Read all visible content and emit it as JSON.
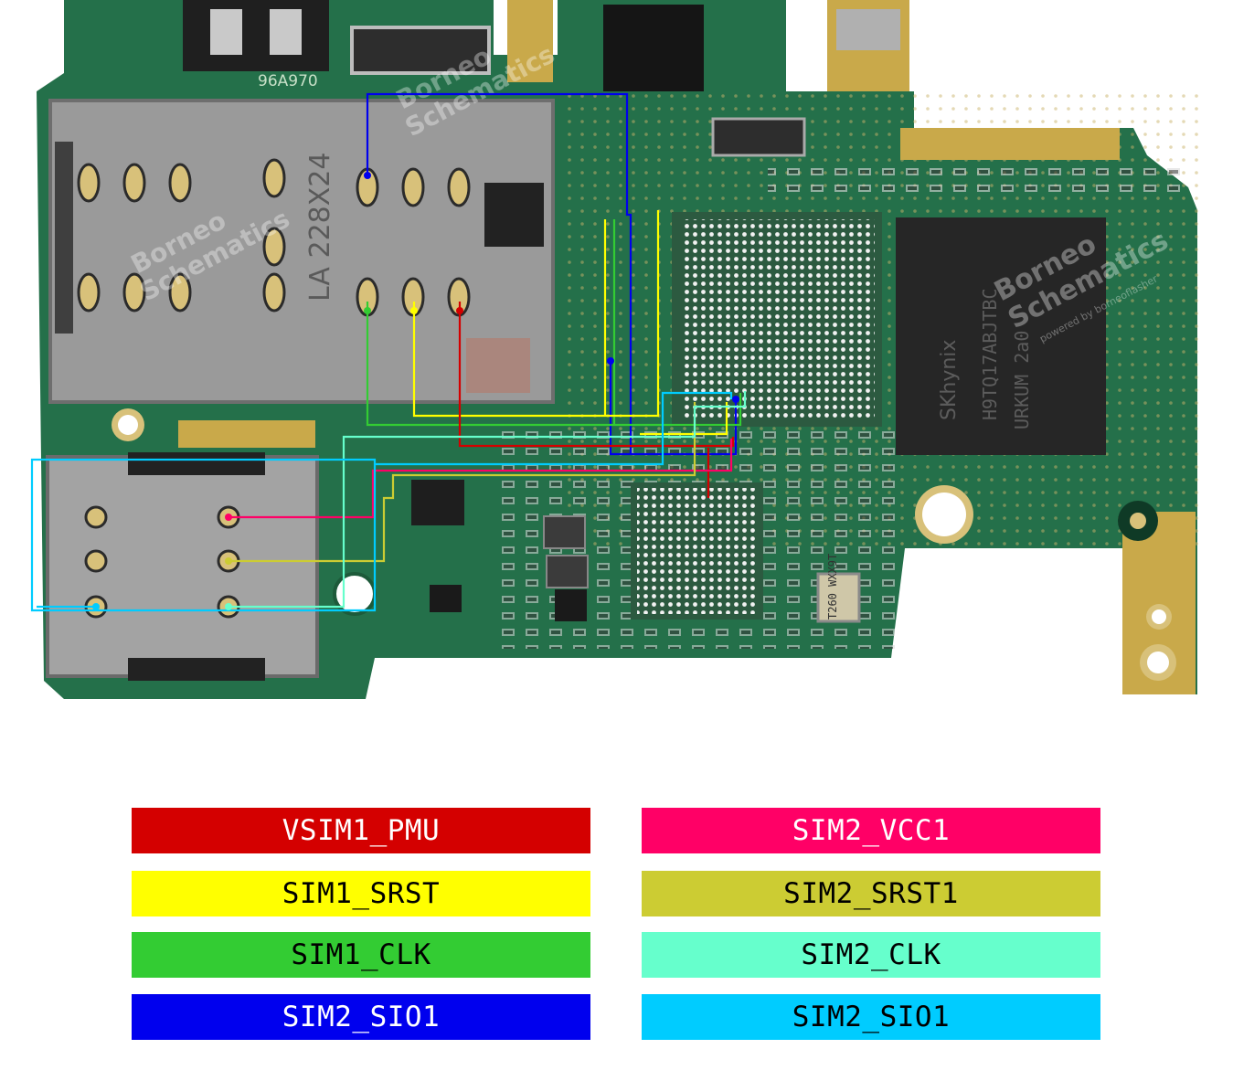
{
  "board": {
    "markings": {
      "part_code": "96A970",
      "sim_tray_code": "LA 228X24",
      "memory_brand": "SKhynix",
      "memory_part": "H9TQ17ABJTBC",
      "memory_lot": "URKUM 2a0",
      "crystal": "T260 WXX9T"
    },
    "watermark": {
      "brand_line1": "Borneo",
      "brand_line2": "Schematics",
      "tagline": "powered by borneoflasher"
    }
  },
  "legend": [
    {
      "label": "VSIM1_PMU",
      "color": "#d40000",
      "text_color": "#ffffff"
    },
    {
      "label": "SIM2_VCC1",
      "color": "#ff0066",
      "text_color": "#ffffff"
    },
    {
      "label": "SIM1_SRST",
      "color": "#ffff00",
      "text_color": "#000000"
    },
    {
      "label": "SIM2_SRST1",
      "color": "#cccc33",
      "text_color": "#000000"
    },
    {
      "label": "SIM1_CLK",
      "color": "#33cc33",
      "text_color": "#000000"
    },
    {
      "label": "SIM2_CLK",
      "color": "#66ffcc",
      "text_color": "#000000"
    },
    {
      "label": "SIM2_SIO1",
      "color": "#0000ee",
      "text_color": "#ffffff"
    },
    {
      "label": "SIM2_SIO1",
      "color": "#00ccff",
      "text_color": "#000000"
    }
  ]
}
